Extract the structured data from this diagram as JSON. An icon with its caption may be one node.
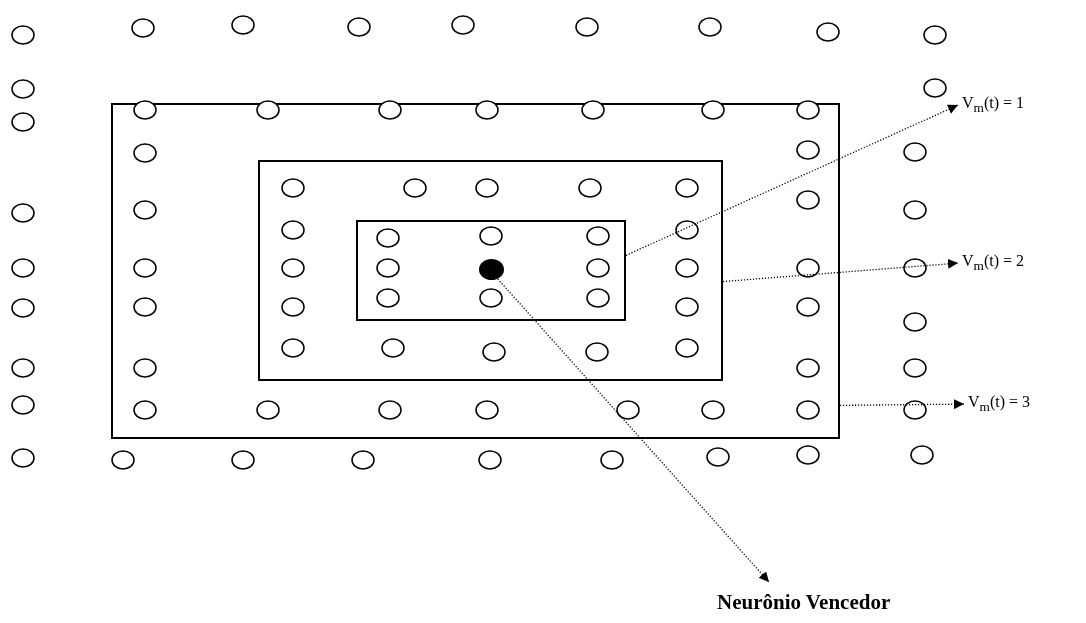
{
  "diagram": {
    "nodes": [
      {
        "text": [],
        "shape": "box"
      },
      {
        "text": [],
        "shape": "box",
        "in": 0
      },
      {
        "text": [],
        "shape": "box",
        "in": 1
      },
      {
        "text": [],
        "shape": "circle",
        "in": 2
      },
      {
        "text": [
          "V$_{m}$(t) = 1"
        ]
      },
      {
        "text": [
          "V$_{m}$(t) = 2"
        ]
      },
      {
        "text": [
          "V$_{m}$(t) = 3"
        ]
      },
      {
        "text": [
          "Neurônio Vencedor"
        ]
      }
    ],
    "edges": [
      {
        "from": 2,
        "to": 4,
        "arrow": "to"
      },
      {
        "from": 1,
        "to": 5,
        "arrow": "to"
      },
      {
        "from": 0,
        "to": 6,
        "arrow": "to"
      },
      {
        "from": 3,
        "to": 7,
        "arrow": "to"
      }
    ]
  }
}
